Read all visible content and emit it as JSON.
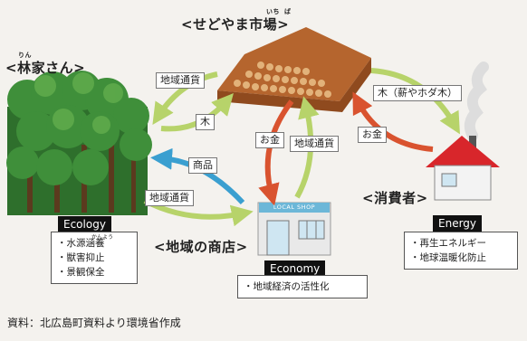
{
  "titles": {
    "market": "<せどやま市場>",
    "market_ruby_left": "いち",
    "market_ruby_right": "ば",
    "forest": "<林家さん>",
    "forest_ruby": "りん",
    "shop": "<地域の商店>",
    "consumer": "<消費者>"
  },
  "arrow_labels": {
    "currency_top": "地域通貨",
    "wood_left": "木",
    "wood_right": "木（薪やホダ木）",
    "money_center": "お金",
    "currency_center": "地域通貨",
    "money_right": "お金",
    "goods": "商品",
    "currency_bottom": "地域通貨"
  },
  "shop_sign": "LOCAL SHOP",
  "ecology": {
    "header": "Ecology",
    "items": [
      "・水源涵養",
      "・獣害抑止",
      "・景観保全"
    ],
    "ruby": "かんよう"
  },
  "economy": {
    "header": "Economy",
    "items": [
      "・地域経済の活性化"
    ]
  },
  "energy": {
    "header": "Energy",
    "items": [
      "・再生エネルギー",
      "・地球温暖化防止"
    ]
  },
  "source": "資料：北広島町資料より環境省作成",
  "colors": {
    "green_arrow": "#b7d36a",
    "red_arrow": "#d9532f",
    "blue_arrow": "#3a9fd0",
    "tree": "#3f8f3a",
    "roof": "#d8262b",
    "wood": "#b5652e"
  }
}
